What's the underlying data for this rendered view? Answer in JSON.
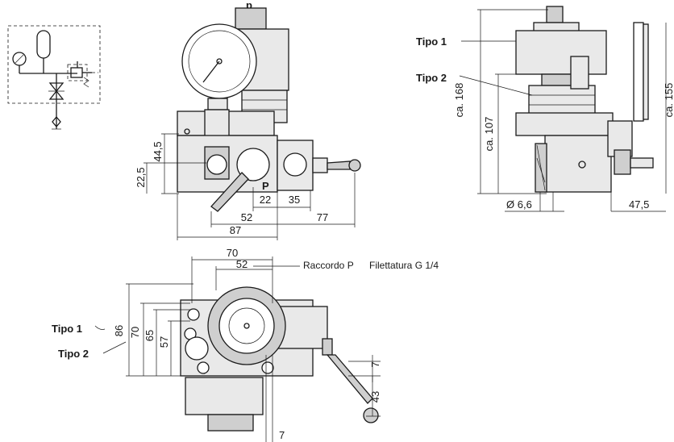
{
  "labels": {
    "title_fragment": "p",
    "tipo_1": "Tipo 1",
    "tipo_2": "Tipo 2",
    "port_p": "P",
    "raccordo": "Raccordo P",
    "filettatura": "Filettatura G 1/4"
  },
  "front_view": {
    "dims": [
      "44,5",
      "22,5",
      "22",
      "35",
      "52",
      "77",
      "87"
    ]
  },
  "side_view": {
    "dims": [
      "ca. 168",
      "ca. 107",
      "ca. 155",
      "Ø 6,6",
      "47,5"
    ]
  },
  "top_view": {
    "dims": [
      "70",
      "52",
      "86",
      "70",
      "65",
      "57",
      "7",
      "43",
      "7"
    ]
  }
}
